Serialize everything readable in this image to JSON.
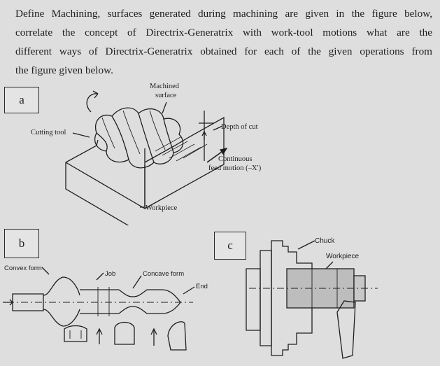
{
  "question": {
    "lines": [
      "Define Machining, surfaces generated during machining are given in the figure below,",
      "correlate the concept of Directrix-Generatrix with work-tool motions what are the",
      "different ways of Directrix-Generatrix obtained for each of the given operations from",
      "the figure given below."
    ]
  },
  "figure_a": {
    "label": "a",
    "machined_surface_line1": "Machined",
    "machined_surface_line2": "surface",
    "cutting_tool": "Cutting tool",
    "depth_of_cut": "Depth of cut",
    "feed_line1": "Continuous",
    "feed_line2": "feed motion (–X′)",
    "workpiece": "Workpiece"
  },
  "figure_b": {
    "label": "b",
    "convex_form": "Convex form",
    "job": "Job",
    "concave_form": "Concave form",
    "end_radius": "End radius"
  },
  "figure_c": {
    "label": "c",
    "chuck": "Chuck",
    "workpiece": "Workpiece"
  }
}
